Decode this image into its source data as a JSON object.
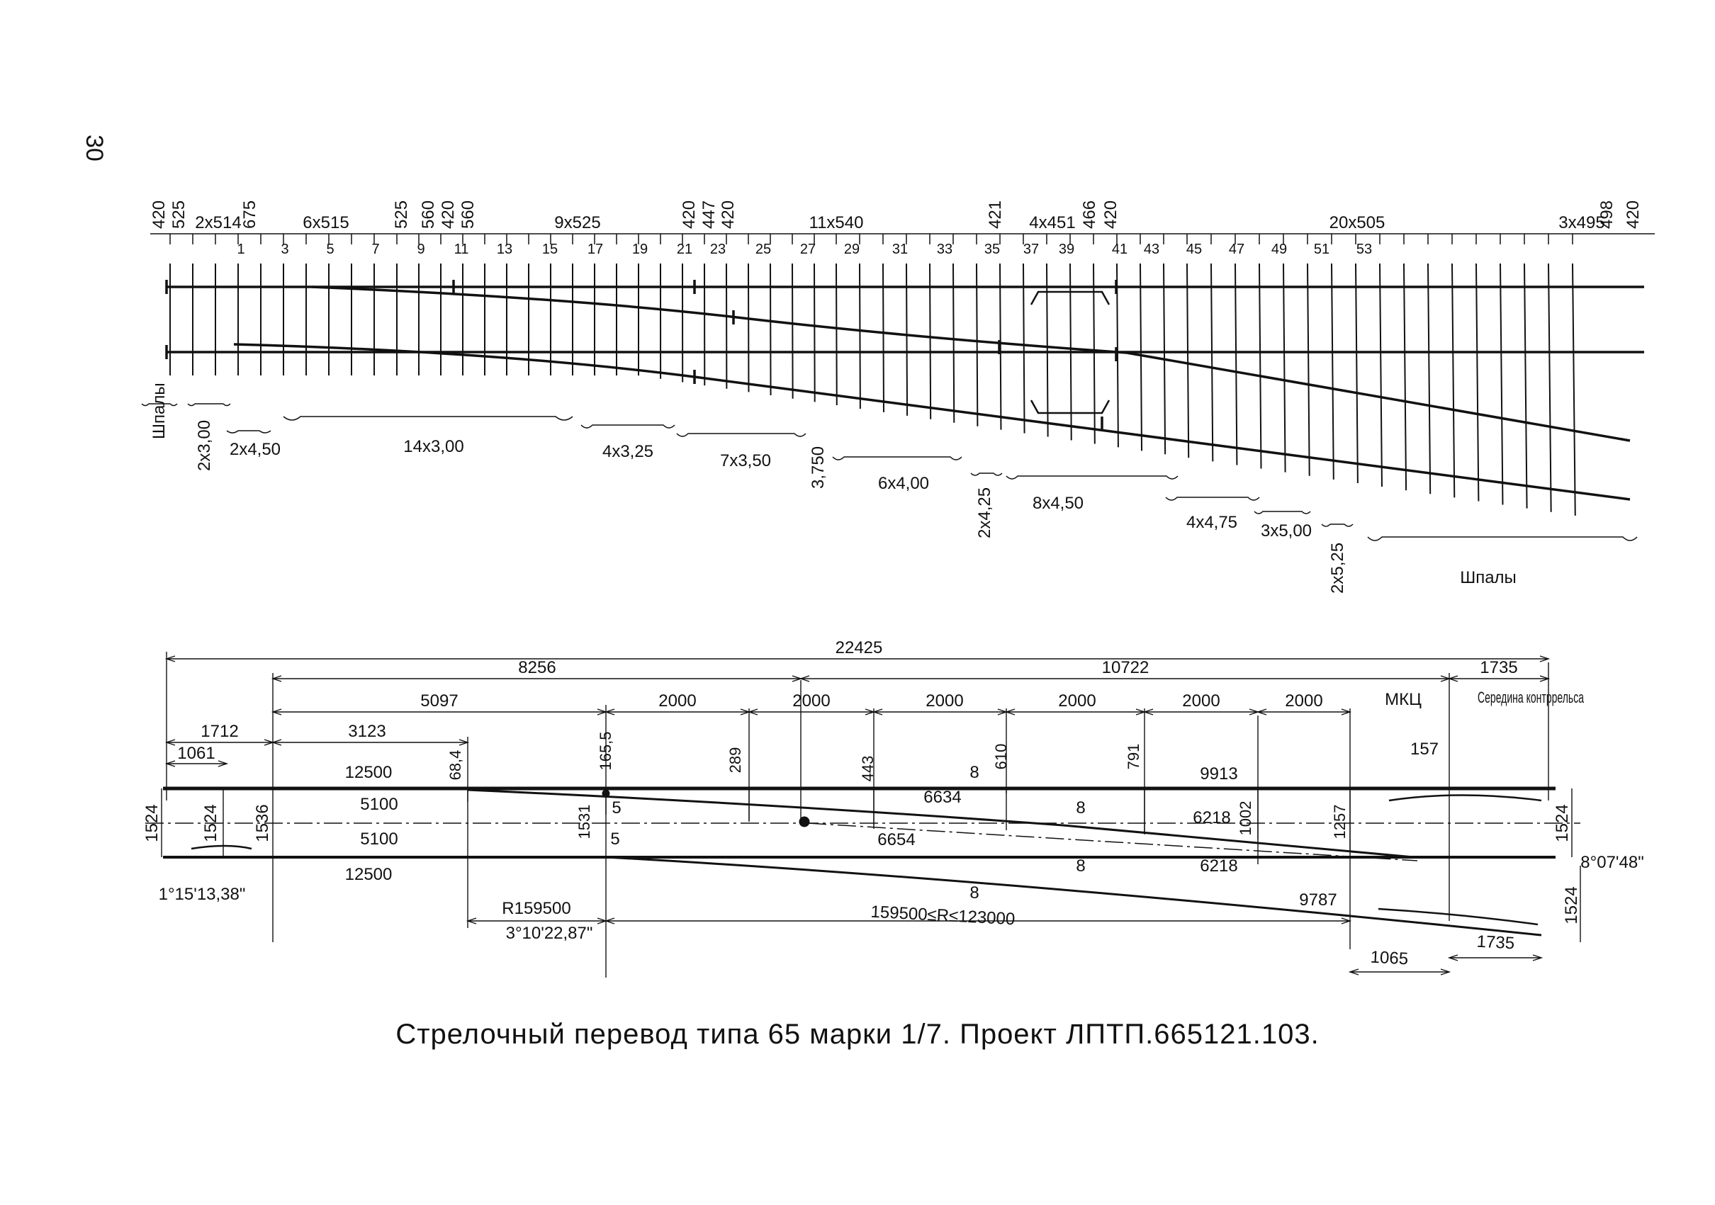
{
  "page_number": "30",
  "caption": "Стрелочный перевод типа 65 марки 1/7. Проект ЛПТП.665121.103.",
  "plan": {
    "top_dims": [
      "420",
      "525",
      "2x514",
      "675",
      "6x515",
      "525",
      "560",
      "420",
      "560",
      "9x525",
      "420",
      "447",
      "420",
      "11x540",
      "421",
      "4x451",
      "466",
      "420",
      "20x505",
      "3x495",
      "498",
      "420"
    ],
    "sleeper_numbers": [
      "1",
      "3",
      "5",
      "7",
      "9",
      "11",
      "13",
      "15",
      "17",
      "19",
      "21",
      "23",
      "25",
      "27",
      "29",
      "31",
      "33",
      "35",
      "37",
      "39",
      "41",
      "43",
      "45",
      "47",
      "49",
      "51",
      "53"
    ],
    "spacing_labels": [
      "Шпалы",
      "2x3,00",
      "2x4,50",
      "14x3,00",
      "4x3,25",
      "7x3,50",
      "3,750",
      "6x4,00",
      "2x4,25",
      "8x4,50",
      "4x4,75",
      "3x5,00",
      "2x5,25",
      "Шпалы"
    ]
  },
  "scheme": {
    "overall": [
      "22425",
      "8256",
      "10722",
      "1735"
    ],
    "segments": [
      "5097",
      "2000",
      "2000",
      "2000",
      "2000",
      "2000",
      "2000"
    ],
    "left": [
      "1712",
      "1061",
      "3123",
      "1524",
      "1524",
      "1536"
    ],
    "ordinates": [
      "68,4",
      "165,5",
      "289",
      "443",
      "610",
      "791",
      "1002",
      "1257",
      "1531"
    ],
    "rail_lengths": [
      "12500",
      "5100",
      "5100",
      "12500",
      "6634",
      "6654",
      "6218",
      "6218",
      "9913",
      "9787"
    ],
    "joint_gaps": [
      "5",
      "5",
      "8",
      "8",
      "8",
      "8"
    ],
    "labels": [
      "МКЦ",
      "Середина контррельса",
      "157",
      "1524",
      "1524"
    ],
    "angles": [
      "1°15'13,38\"",
      "3°10'22,87\"",
      "8°07'48\""
    ],
    "radii": [
      "R159500",
      "159500≤R≤123000"
    ],
    "bottom": [
      "1065",
      "1735"
    ]
  }
}
